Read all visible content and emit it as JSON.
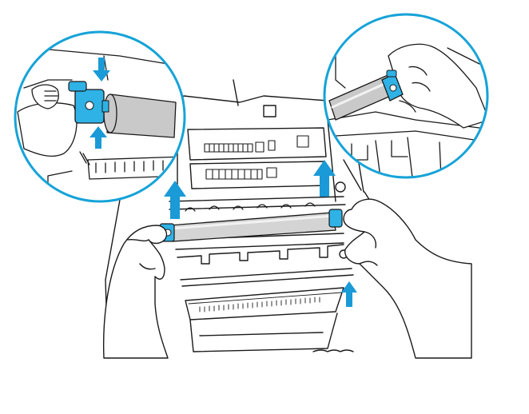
{
  "illustration": {
    "kind": "printer-maintenance-diagram",
    "subject": "removing-transfer-roller",
    "colors": {
      "line": "#1a1a1a",
      "callout_ring": "#16a3d8",
      "arrow_fill": "#1a9ad6",
      "roller_part": "#2fb2e6",
      "roller_body": "#c9c9c9",
      "background": "#ffffff"
    },
    "callouts": [
      {
        "name": "left-detail",
        "shows": "roller-end-latch",
        "arrows": [
          "down",
          "up"
        ]
      },
      {
        "name": "right-detail",
        "shows": "roller-lifted-out",
        "arrows": []
      }
    ],
    "main_arrows": [
      "up",
      "up",
      "up"
    ]
  }
}
